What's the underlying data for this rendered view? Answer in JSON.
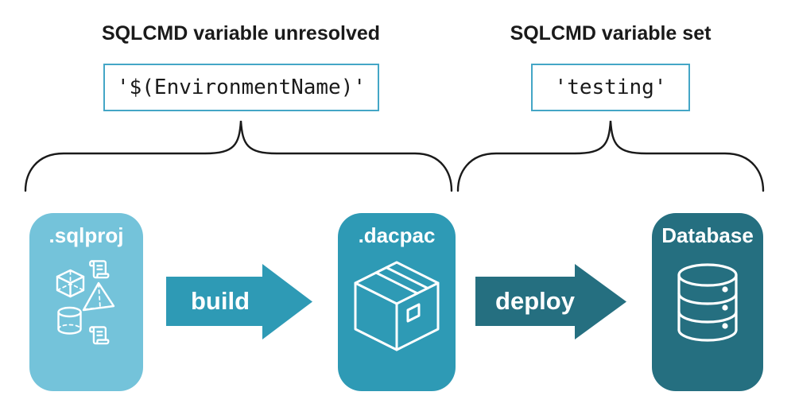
{
  "left_section": {
    "heading": "SQLCMD variable unresolved",
    "code": "'$(EnvironmentName)'"
  },
  "right_section": {
    "heading": "SQLCMD variable set",
    "code": "'testing'"
  },
  "nodes": [
    {
      "label": ".sqlproj",
      "icons": [
        "scroll-icon",
        "cube-icon",
        "pyramid-icon",
        "cylinder-icon",
        "scroll-icon"
      ]
    },
    {
      "label": ".dacpac",
      "icons": [
        "package-icon"
      ]
    },
    {
      "label": "Database",
      "icons": [
        "database-icon"
      ]
    }
  ],
  "arrows": [
    {
      "label": "build"
    },
    {
      "label": "deploy"
    }
  ],
  "colors": {
    "sqlproj_card": "#74C3DA",
    "dacpac_card": "#2E9AB5",
    "database_card": "#256F80",
    "build_arrow": "#2E9AB5",
    "deploy_arrow": "#256F80",
    "code_box_border": "#44A6C6",
    "brace": "#1A1A1A",
    "heading_text": "#1A1A1A",
    "icon_stroke": "#FFFFFF"
  }
}
